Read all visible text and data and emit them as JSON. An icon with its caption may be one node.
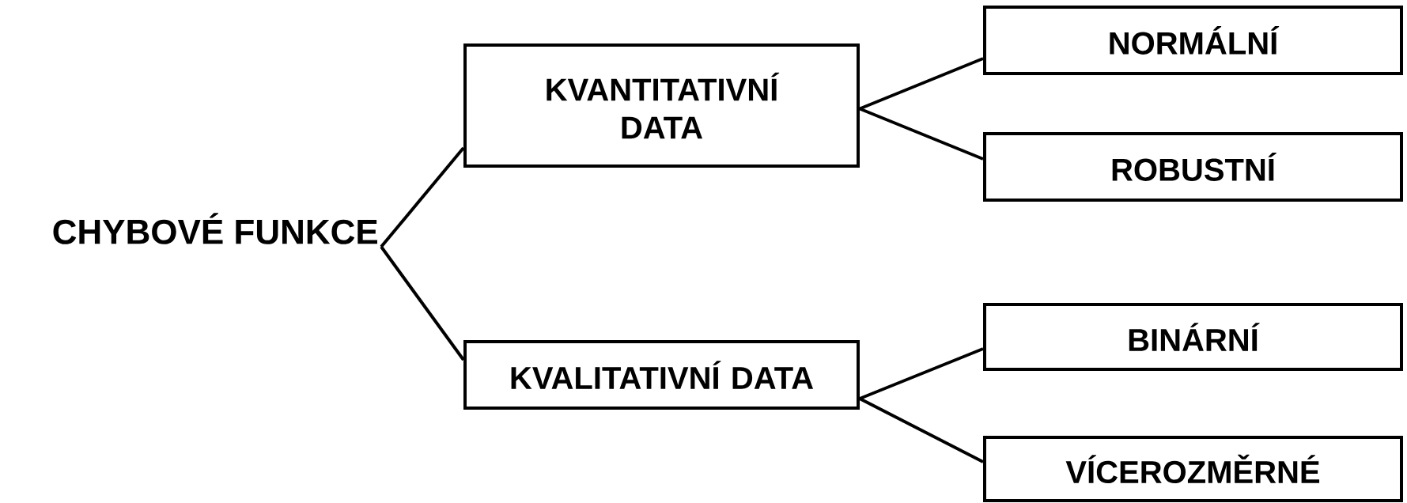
{
  "diagram": {
    "nodes": [
      {
        "text": [
          "CHYBOVÉ FUNKCE"
        ]
      },
      {
        "text": [
          "KVANTITATIVNÍ DATA"
        ]
      },
      {
        "text": [
          "KVALITATIVNÍ DATA"
        ]
      },
      {
        "text": [
          "NORMÁLNÍ"
        ]
      },
      {
        "text": [
          "ROBUSTNÍ"
        ]
      },
      {
        "text": [
          "BINÁRNÍ"
        ]
      },
      {
        "text": [
          "VÍCEROZMĚRNÉ"
        ]
      }
    ],
    "edges": [
      {
        "from": 0,
        "to": 1,
        "arrow": "none"
      },
      {
        "from": 0,
        "to": 2,
        "arrow": "none"
      },
      {
        "from": 1,
        "to": 3,
        "arrow": "none"
      },
      {
        "from": 1,
        "to": 4,
        "arrow": "none"
      },
      {
        "from": 2,
        "to": 5,
        "arrow": "none"
      },
      {
        "from": 2,
        "to": 6,
        "arrow": "none"
      }
    ]
  }
}
